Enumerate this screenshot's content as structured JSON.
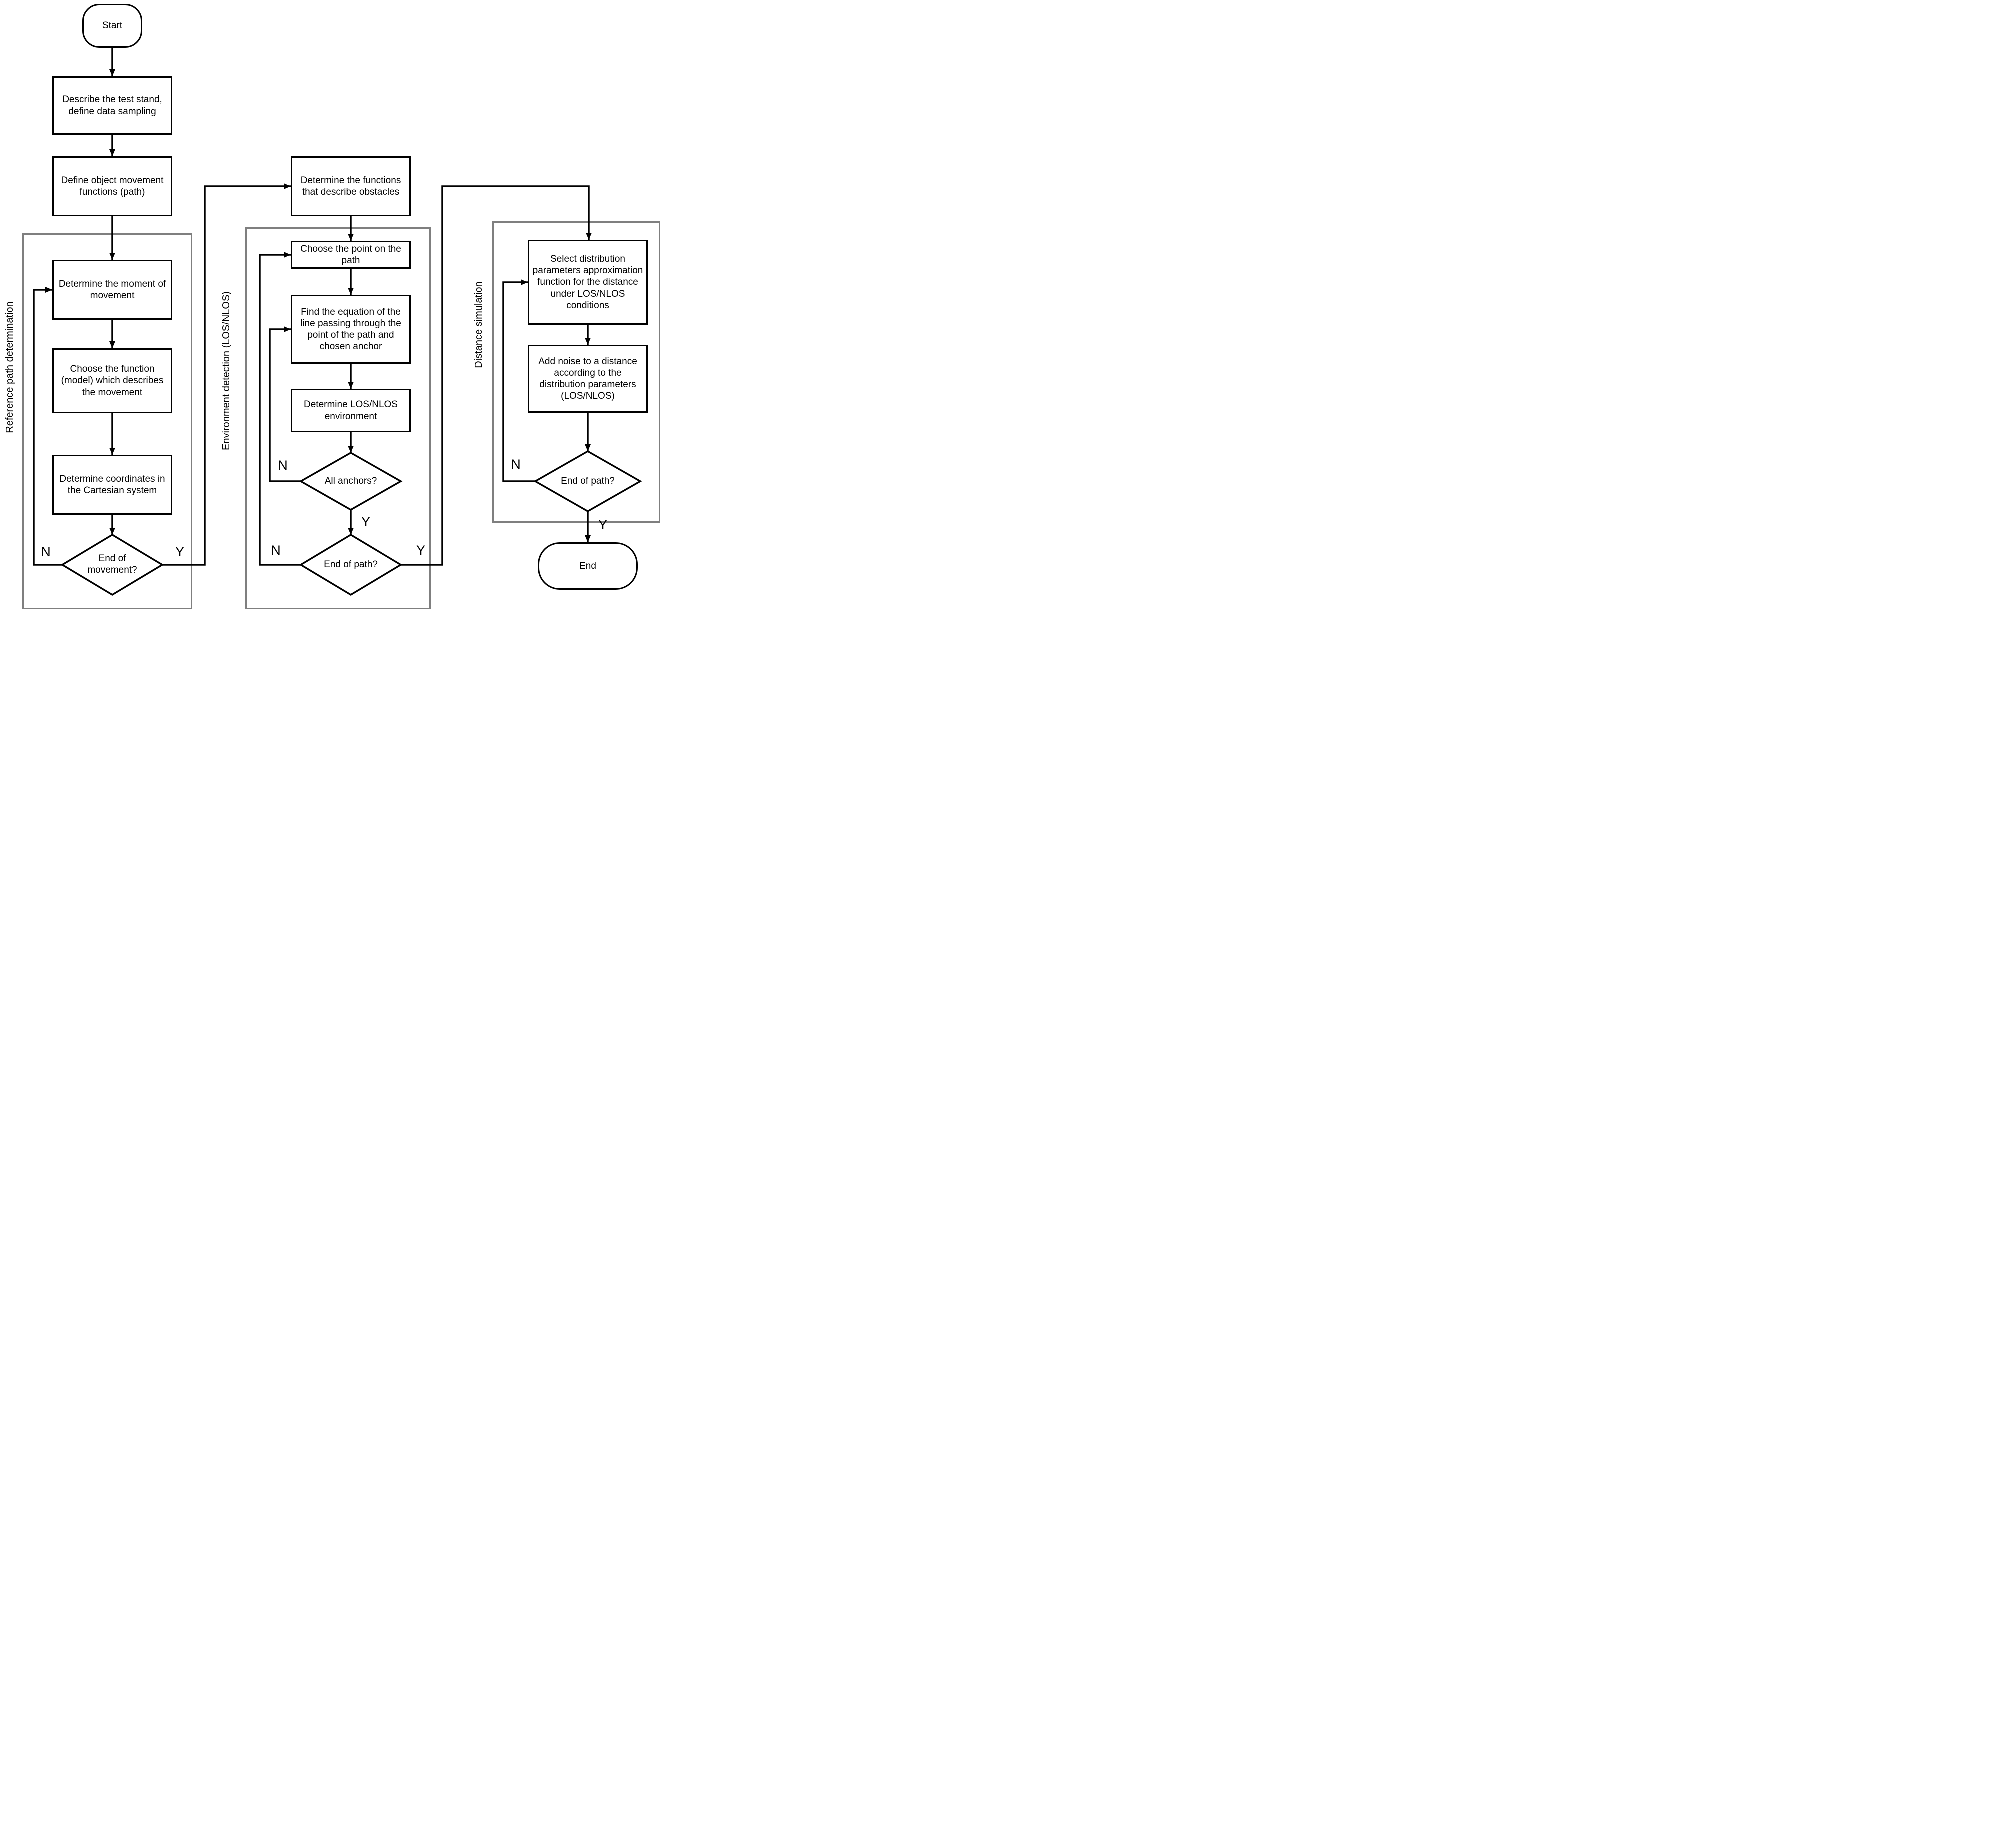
{
  "figure": {
    "terminators": {
      "start": "Start",
      "end": "End"
    },
    "groups": {
      "reference": "Reference path determination",
      "environment": "Environment detection (LOS/NLOS)",
      "distance": "Distance simulation"
    },
    "nodes": {
      "describe_test_stand": "Describe the test stand, define data sampling",
      "define_movement": "Define object movement functions (path)",
      "determine_moment": "Determine the moment of movement",
      "choose_function": "Choose the function (model) which describes the movement",
      "determine_coordinates": "Determine coordinates in the Cartesian system",
      "determine_obstacles": "Determine the functions that describe obstacles",
      "choose_point": "Choose the point on the path",
      "find_equation": "Find the equation of the line passing through the point of the path and chosen anchor",
      "determine_environment": "Determine LOS/NLOS environment",
      "select_distribution": "Select distribution parameters approximation function for the distance under LOS/NLOS conditions",
      "add_noise": "Add noise to a distance according to the distribution parameters (LOS/NLOS)"
    },
    "decisions": {
      "end_of_movement": "End of movement?",
      "all_anchors": "All anchors?",
      "end_of_path": "End of path?"
    },
    "edge_labels": {
      "yes": "Y",
      "no": "N"
    },
    "colors": {
      "line": "#000000",
      "group_border": "#7f7f7f"
    }
  }
}
